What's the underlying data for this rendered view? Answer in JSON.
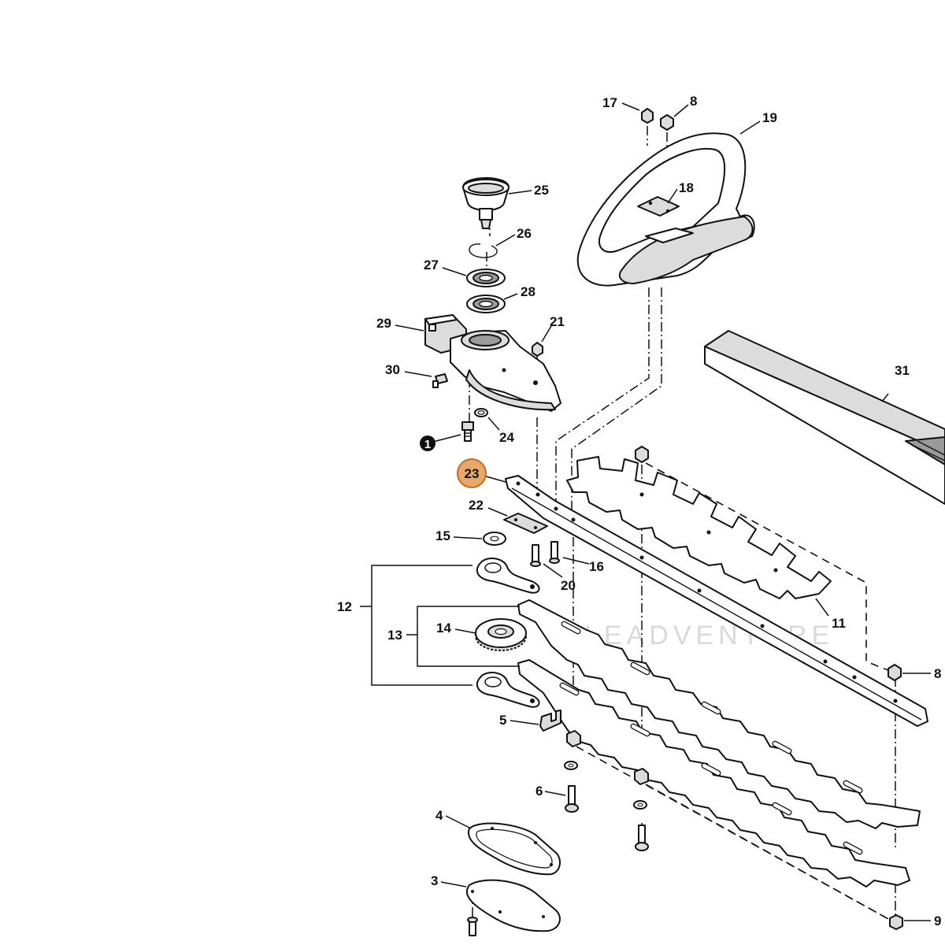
{
  "diagram": {
    "callouts": [
      {
        "id": "c1",
        "label": "1",
        "style": "black-circle"
      },
      {
        "id": "c3",
        "label": "3"
      },
      {
        "id": "c4",
        "label": "4"
      },
      {
        "id": "c5",
        "label": "5"
      },
      {
        "id": "c6",
        "label": "6"
      },
      {
        "id": "c8a",
        "label": "8"
      },
      {
        "id": "c8b",
        "label": "8"
      },
      {
        "id": "c9",
        "label": "9"
      },
      {
        "id": "c11",
        "label": "11"
      },
      {
        "id": "c12",
        "label": "12"
      },
      {
        "id": "c13",
        "label": "13"
      },
      {
        "id": "c14",
        "label": "14"
      },
      {
        "id": "c15",
        "label": "15"
      },
      {
        "id": "c16",
        "label": "16"
      },
      {
        "id": "c17",
        "label": "17"
      },
      {
        "id": "c18",
        "label": "18"
      },
      {
        "id": "c19",
        "label": "19"
      },
      {
        "id": "c20",
        "label": "20"
      },
      {
        "id": "c21",
        "label": "21"
      },
      {
        "id": "c22",
        "label": "22"
      },
      {
        "id": "c23",
        "label": "23",
        "style": "highlighted"
      },
      {
        "id": "c24",
        "label": "24"
      },
      {
        "id": "c25",
        "label": "25"
      },
      {
        "id": "c26",
        "label": "26"
      },
      {
        "id": "c27",
        "label": "27"
      },
      {
        "id": "c28",
        "label": "28"
      },
      {
        "id": "c29",
        "label": "29"
      },
      {
        "id": "c30",
        "label": "30"
      },
      {
        "id": "c31",
        "label": "31"
      }
    ],
    "watermark": "LEADVENTURE",
    "colors": {
      "line": "#111111",
      "highlight_fill": "#e9a86a",
      "highlight_stroke": "#c46a1e",
      "watermark": "#d9d9d9"
    }
  }
}
